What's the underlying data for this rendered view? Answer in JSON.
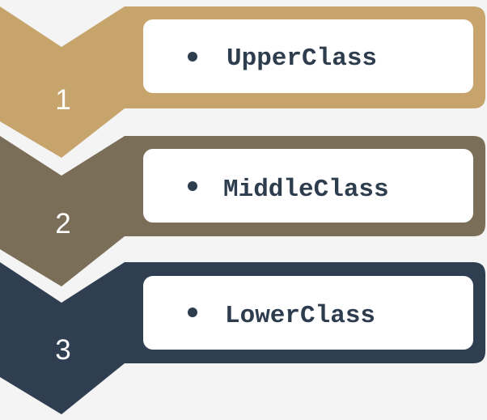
{
  "steps": [
    {
      "number": "1",
      "label": "UpperClass",
      "color": "#c6a46c"
    },
    {
      "number": "2",
      "label": "MiddleClass",
      "color": "#7b6e58"
    },
    {
      "number": "3",
      "label": "LowerClass",
      "color": "#2f3f51"
    }
  ],
  "colors": {
    "card": "#ffffff",
    "bullet": "#2e3d4e",
    "text": "#2e3d4e",
    "background": "#f4f4f4"
  },
  "icons": {
    "bullet": "bullet-dot-icon"
  }
}
